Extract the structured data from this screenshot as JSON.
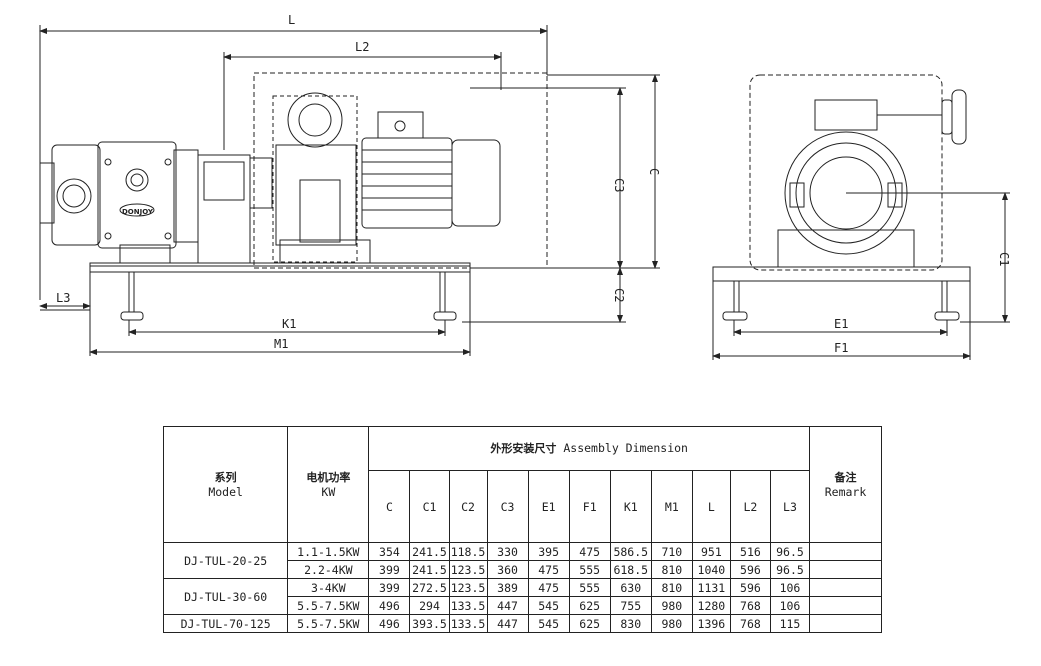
{
  "dimension_labels": {
    "L": "L",
    "L2": "L2",
    "L3": "L3",
    "K1": "K1",
    "M1": "M1",
    "C": "C",
    "C1": "C1",
    "C2": "C2",
    "C3": "C3",
    "E1": "E1",
    "F1": "F1"
  },
  "brand_label": "DONJOY",
  "table": {
    "group_header_cn": "外形安装尺寸",
    "group_header_en": "Assembly Dimension",
    "model_header_cn": "系列",
    "model_header_en": "Model",
    "power_header_cn": "电机功率",
    "power_header_en": "KW",
    "remark_header_cn": "备注",
    "remark_header_en": "Remark",
    "columns": [
      "C",
      "C1",
      "C2",
      "C3",
      "E1",
      "F1",
      "K1",
      "M1",
      "L",
      "L2",
      "L3"
    ],
    "groups": [
      {
        "model": "DJ-TUL-20-25",
        "rows": [
          {
            "power": "1.1-1.5KW",
            "values": [
              "354",
              "241.5",
              "118.5",
              "330",
              "395",
              "475",
              "586.5",
              "710",
              "951",
              "516",
              "96.5"
            ]
          },
          {
            "power": "2.2-4KW",
            "values": [
              "399",
              "241.5",
              "123.5",
              "360",
              "475",
              "555",
              "618.5",
              "810",
              "1040",
              "596",
              "96.5"
            ]
          }
        ]
      },
      {
        "model": "DJ-TUL-30-60",
        "rows": [
          {
            "power": "3-4KW",
            "values": [
              "399",
              "272.5",
              "123.5",
              "389",
              "475",
              "555",
              "630",
              "810",
              "1131",
              "596",
              "106"
            ]
          },
          {
            "power": "5.5-7.5KW",
            "values": [
              "496",
              "294",
              "133.5",
              "447",
              "545",
              "625",
              "755",
              "980",
              "1280",
              "768",
              "106"
            ]
          }
        ]
      },
      {
        "model": "DJ-TUL-70-125",
        "rows": [
          {
            "power": "5.5-7.5KW",
            "values": [
              "496",
              "393.5",
              "133.5",
              "447",
              "545",
              "625",
              "830",
              "980",
              "1396",
              "768",
              "115"
            ]
          }
        ]
      }
    ]
  }
}
